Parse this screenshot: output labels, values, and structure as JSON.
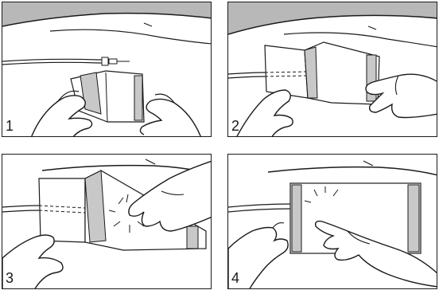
{
  "steps": [
    {
      "number": "1"
    },
    {
      "number": "2"
    },
    {
      "number": "3"
    },
    {
      "number": "4"
    }
  ],
  "colors": {
    "line": "#1a1a1a",
    "sky_band": "#b8b8b8",
    "adhesive_strip": "#c8c8c8",
    "background": "#ffffff"
  }
}
